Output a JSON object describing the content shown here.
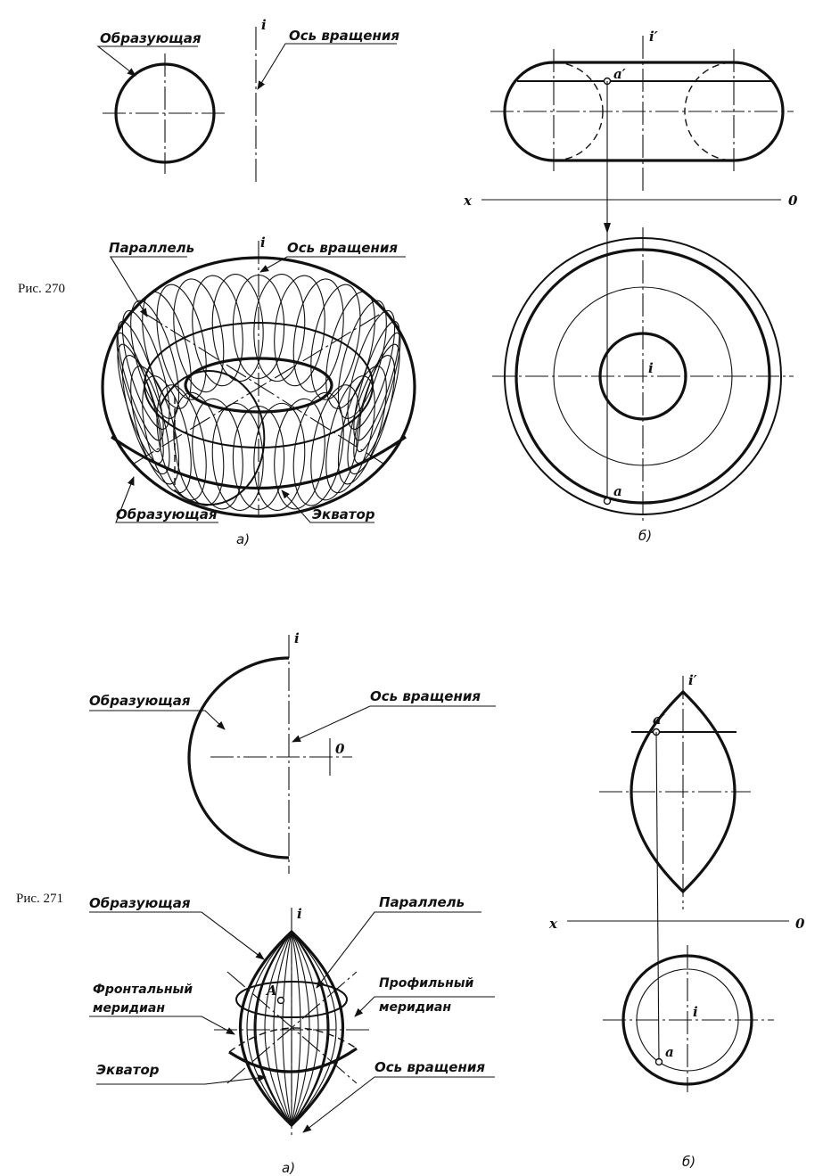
{
  "fig270": {
    "number": "Рис. 270",
    "a": {
      "generatrix_top": "Образующая",
      "axis_top": "Ось вращения",
      "i_top": "i",
      "parallel": "Параллель",
      "axis_mid": "Ось вращения",
      "i_mid": "i",
      "generatrix_bottom": "Образующая",
      "equator": "Экватор",
      "caption": "а)"
    },
    "b": {
      "i_front": "i′",
      "a_front": "a′",
      "x": "x",
      "o": "0",
      "i_plan": "i",
      "a_plan": "a",
      "caption": "б)"
    }
  },
  "fig271": {
    "number": "Рис. 271",
    "a": {
      "i_top": "i",
      "generatrix_top": "Образующая",
      "axis_top": "Ось вращения",
      "o": "0",
      "i_mid": "i",
      "generatrix": "Образующая",
      "parallel": "Параллель",
      "frontal_1": "Фронтальный",
      "frontal_2": "меридиан",
      "profile_1": "Профильный",
      "profile_2": "меридиан",
      "point_A": "A",
      "equator": "Экватор",
      "axis_bottom": "Ось вращения",
      "caption": "а)"
    },
    "b": {
      "i_front": "i′",
      "a_front": "a′",
      "x": "x",
      "o": "0",
      "i_plan": "i",
      "a_plan": "a",
      "caption": "б)"
    }
  }
}
